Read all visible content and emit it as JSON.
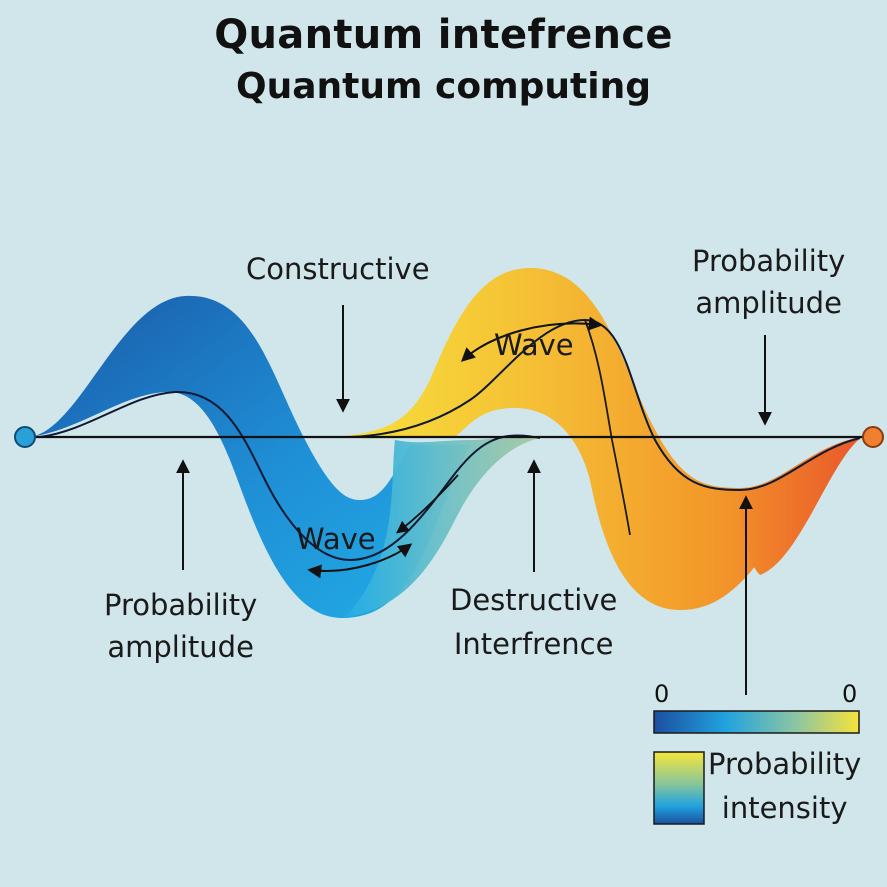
{
  "title": "Quantum intefrence",
  "subtitle": "Quantum computing",
  "labels": {
    "constructive": "Constructive",
    "probability_amplitude_top_line1": "Probability",
    "probability_amplitude_top_line2": "amplitude",
    "wave_top": "Wave",
    "wave_bottom": "Wave",
    "probability_amplitude_bottom_line1": "Probability",
    "probability_amplitude_bottom_line2": "amplitude",
    "destructive_line1": "Destructive",
    "destructive_line2": "Interfrence"
  },
  "colorbar": {
    "min_label": "0",
    "max_label": "0"
  },
  "legend": {
    "line1": "Probability",
    "line2": "intensity"
  },
  "colors": {
    "background": "#d0e6eb",
    "wave_blue_dark": "#1a5fb4",
    "wave_blue_light": "#1ea7e0",
    "wave_yellow": "#f7dc3b",
    "wave_orange": "#f39a2a",
    "wave_red_orange": "#ec5a2a",
    "endpoint_left": "#2aa0d8",
    "endpoint_right": "#f08030"
  }
}
